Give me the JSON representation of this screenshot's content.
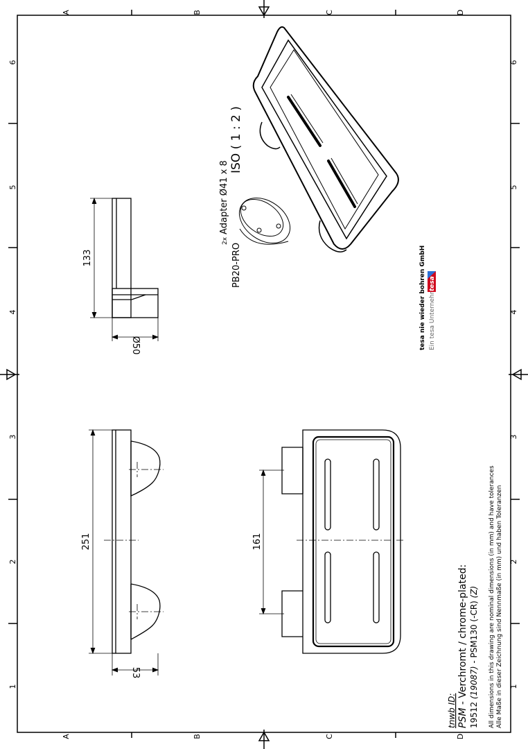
{
  "frame": {
    "col_letters": [
      "A",
      "B",
      "C",
      "D"
    ],
    "row_numbers": [
      "1",
      "2",
      "3",
      "4",
      "5",
      "6"
    ]
  },
  "views": {
    "side_view": {
      "dim_height": "133",
      "dim_diameter": "Ø50"
    },
    "top_view": {
      "dim_length": "251",
      "dim_depth": "53"
    },
    "front_view": {
      "dim_spacing": "161"
    }
  },
  "adapter": {
    "label": "2x Adapter Ø41 x 8",
    "qty_prefix": "2x",
    "text": "Adapter Ø41 x 8",
    "part": "PB20-PRO"
  },
  "scale": "ISO ( 1 : 2 )",
  "company": {
    "name": "tesa nie wieder bohren GmbH",
    "subtitle": "Ein tesa Unternehmen",
    "logo": "tesa"
  },
  "title_block": {
    "id_label": "tnwb ID:",
    "line1_italic": "PSM",
    "line1_rest": " - Verchromt / chrome-plated:",
    "line2_a": "19512 ",
    "line2_b": "(19087)",
    "line2_c": " - PSM130 (-CR) ",
    "line2_d": "(Z)",
    "note_en": "All dimensions in this drawing are nominal dimensions (in mm) and have tolerances",
    "note_de": "Alle Maße in dieser Zeichnung sind Nennmaße (in mm) und haben Toleranzen"
  }
}
